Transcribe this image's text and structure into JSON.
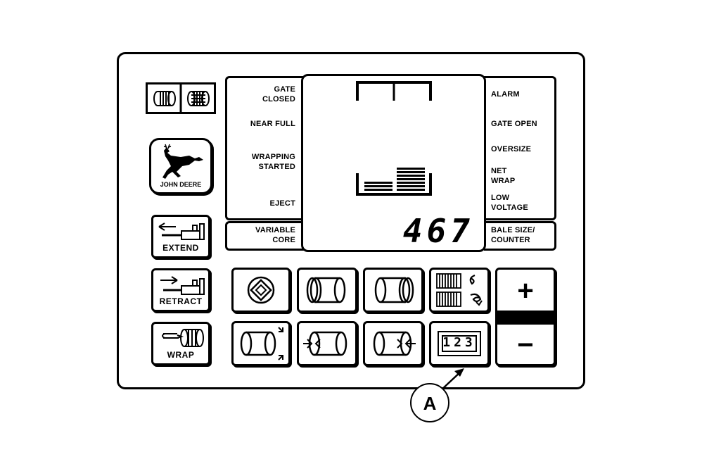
{
  "left_column": {
    "jd_logo_text": "JOHN DEERE",
    "extend_label": "EXTEND",
    "retract_label": "RETRACT",
    "wrap_label": "WRAP"
  },
  "display": {
    "left_labels": {
      "gate_closed": "GATE\nCLOSED",
      "near_full": "NEAR FULL",
      "wrapping_started": "WRAPPING\nSTARTED",
      "eject": "EJECT",
      "variable_core": "VARIABLE\nCORE"
    },
    "right_labels": {
      "alarm": "ALARM",
      "gate_open": "GATE OPEN",
      "oversize": "OVERSIZE",
      "net_wrap": "NET\nWRAP",
      "low_voltage": "LOW\nVOLTAGE",
      "bale_size_counter": "BALE SIZE/\nCOUNTER"
    },
    "readout": "467"
  },
  "keypad": {
    "counter_button_digits": "123",
    "plus_label": "+",
    "minus_label": "−"
  },
  "callout": {
    "label": "A"
  }
}
